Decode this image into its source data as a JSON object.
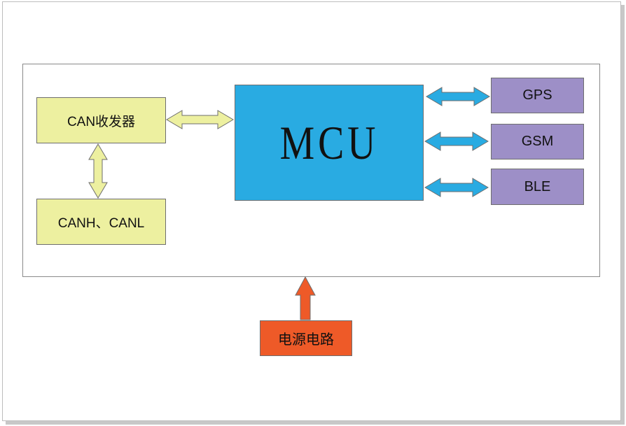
{
  "diagram": {
    "mcu": {
      "label": "MCU",
      "color": "#29abe2"
    },
    "can_transceiver": {
      "label": "CAN收发器",
      "color": "#edf0a0"
    },
    "can_bus": {
      "label": "CANH、CANL",
      "color": "#edf0a0"
    },
    "modules": [
      {
        "label": "GPS",
        "color": "#9d8fc7"
      },
      {
        "label": "GSM",
        "color": "#9d8fc7"
      },
      {
        "label": "BLE",
        "color": "#9d8fc7"
      }
    ],
    "power": {
      "label": "电源电路",
      "color": "#ee5a28"
    },
    "arrow_colors": {
      "can": "#edf0a0",
      "module": "#29abe2",
      "power": "#ee5a28"
    }
  }
}
